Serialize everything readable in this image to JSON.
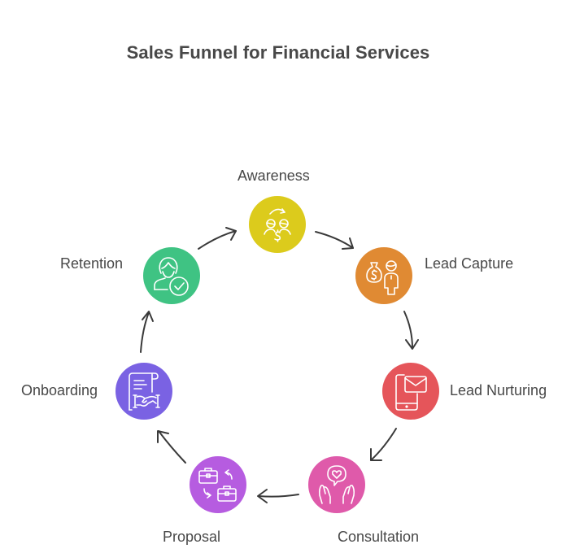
{
  "title": "Sales Funnel for Financial Services",
  "stages": [
    {
      "label": "Awareness",
      "icon": "people-exchange-money-icon",
      "color": "#dccb1c"
    },
    {
      "label": "Lead Capture",
      "icon": "money-bag-person-icon",
      "color": "#e08a33"
    },
    {
      "label": "Lead Nurturing",
      "icon": "phone-mail-icon",
      "color": "#e5555a"
    },
    {
      "label": "Consultation",
      "icon": "hands-heart-speech-icon",
      "color": "#df5aaa"
    },
    {
      "label": "Proposal",
      "icon": "briefcase-exchange-icon",
      "color": "#b65ce0"
    },
    {
      "label": "Onboarding",
      "icon": "contract-handshake-icon",
      "color": "#7a62e3"
    },
    {
      "label": "Retention",
      "icon": "person-check-icon",
      "color": "#3fc383"
    }
  ],
  "flow": "cyclic-clockwise"
}
